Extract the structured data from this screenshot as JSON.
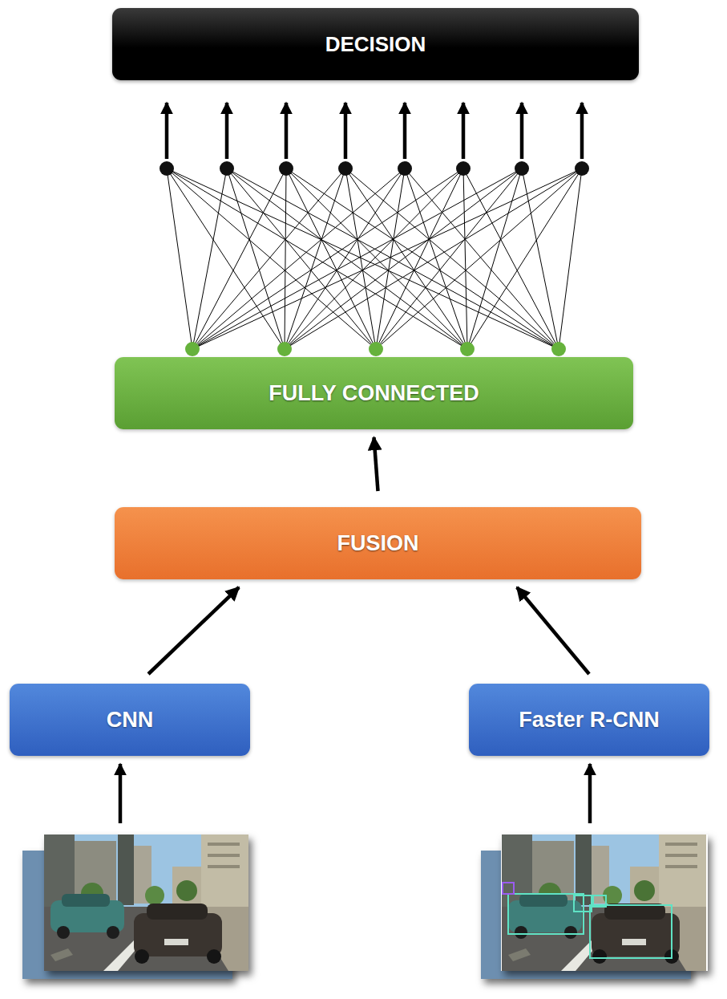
{
  "diagram": {
    "nodes": [
      {
        "text": [
          "DECISION"
        ]
      },
      {
        "text": [
          "FULLY CONNECTED"
        ]
      },
      {
        "text": [
          "FUSION"
        ]
      },
      {
        "text": [
          "CNN"
        ]
      },
      {
        "text": [
          "Faster R-CNN"
        ]
      }
    ],
    "edges": [
      {
        "from": 3,
        "to": 2,
        "arrow": "to"
      },
      {
        "from": 4,
        "to": 2,
        "arrow": "to"
      },
      {
        "from": 2,
        "to": 1,
        "arrow": "to"
      }
    ]
  }
}
